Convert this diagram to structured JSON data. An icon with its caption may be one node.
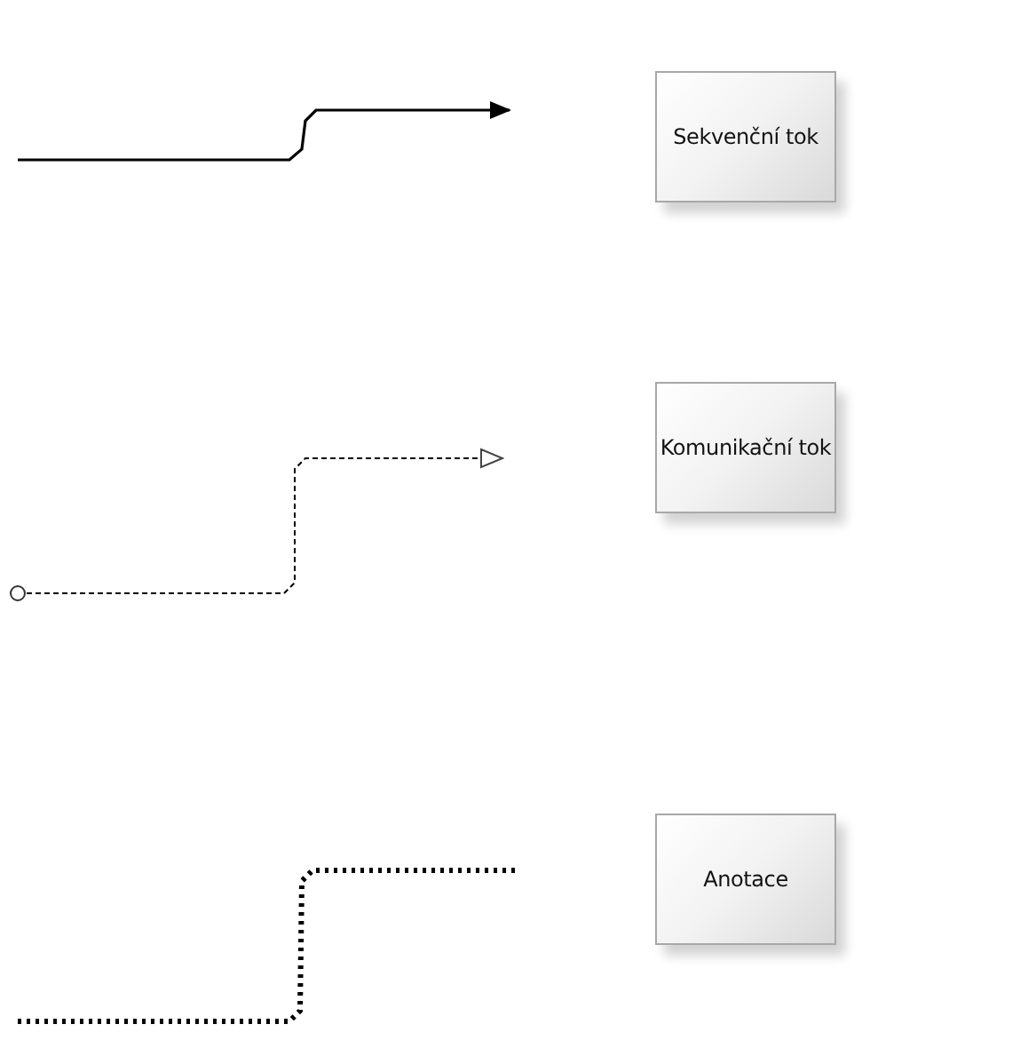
{
  "diagram": {
    "nodes": [
      {
        "text": [
          "Sekvenční tok"
        ]
      },
      {
        "text": [
          "Komunikační tok"
        ]
      },
      {
        "text": [
          "Anotace"
        ]
      }
    ]
  }
}
